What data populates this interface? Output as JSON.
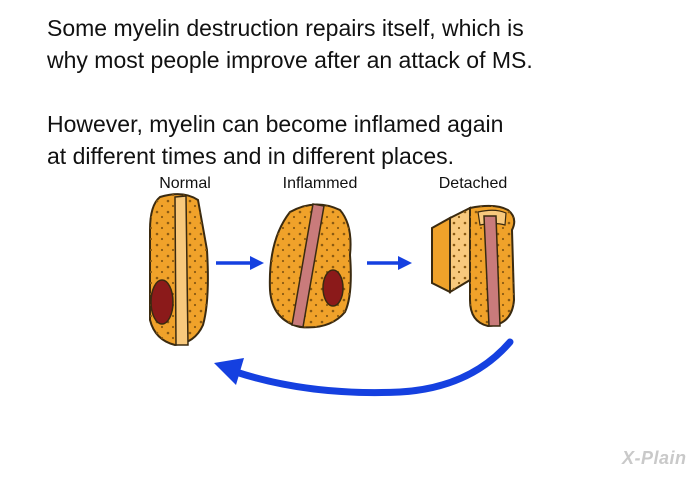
{
  "text": {
    "paragraph1": [
      "Some myelin destruction repairs itself, which is",
      "why most people improve after an attack of MS."
    ],
    "paragraph2": [
      "However, myelin can become inflamed again",
      "at different times and in different places."
    ]
  },
  "diagram": {
    "labels": {
      "normal": "Normal",
      "inflamed": "Inflammed",
      "detached": "Detached"
    }
  },
  "logo": {
    "text": "X-Plain"
  },
  "colors": {
    "myelin": "#f0a22a",
    "myelin_light": "#f8c97d",
    "dots": "#8a5a12",
    "nucleus": "#8b1a1a",
    "axon": "#c97b7b",
    "arrow": "#1540e0",
    "outline": "#3a2a10"
  }
}
